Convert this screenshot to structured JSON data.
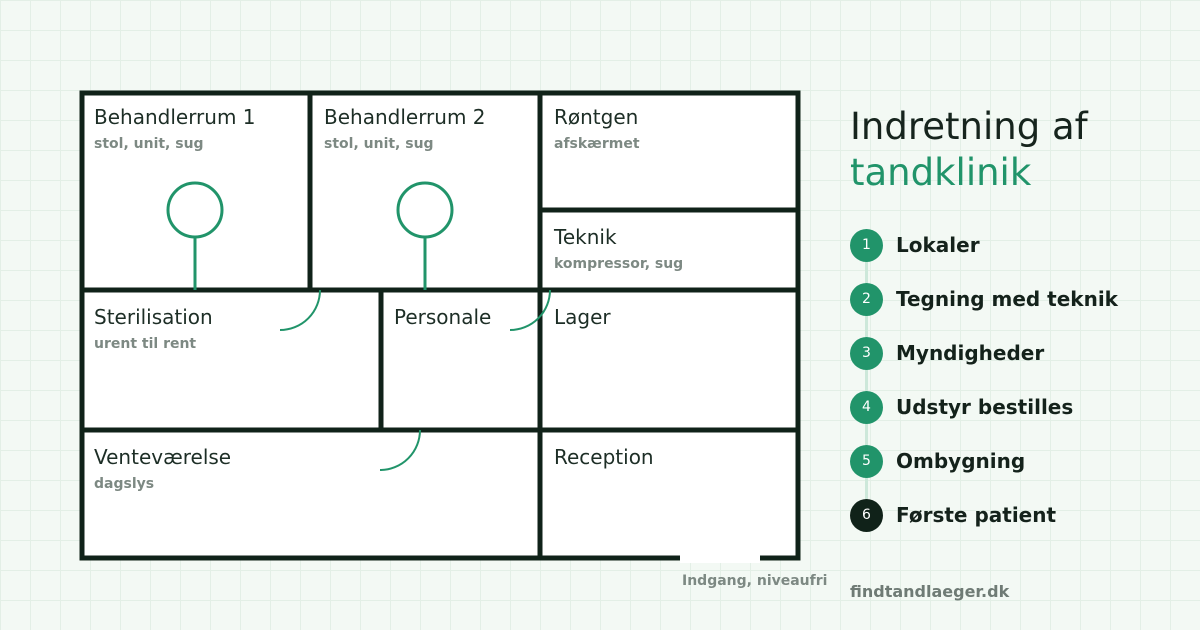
{
  "plan": {
    "rooms": {
      "behandlerrum1": {
        "name": "Behandlerrum 1",
        "sub": "stol, unit, sug"
      },
      "behandlerrum2": {
        "name": "Behandlerrum 2",
        "sub": "stol, unit, sug"
      },
      "rontgen": {
        "name": "Røntgen",
        "sub": "afskærmet"
      },
      "teknik": {
        "name": "Teknik",
        "sub": "kompressor, sug"
      },
      "sterilisation": {
        "name": "Sterilisation",
        "sub": "urent til rent"
      },
      "personale": {
        "name": "Personale"
      },
      "lager": {
        "name": "Lager"
      },
      "ventevaerelse": {
        "name": "Venteværelse",
        "sub": "dagslys"
      },
      "reception": {
        "name": "Reception"
      }
    },
    "entrance_label": "Indgang, niveaufri"
  },
  "title": {
    "line1": "Indretning af",
    "line2": "tandklinik"
  },
  "steps": [
    {
      "num": "1",
      "label": "Lokaler"
    },
    {
      "num": "2",
      "label": "Tegning med teknik"
    },
    {
      "num": "3",
      "label": "Myndigheder"
    },
    {
      "num": "4",
      "label": "Udstyr bestilles"
    },
    {
      "num": "5",
      "label": "Ombygning"
    },
    {
      "num": "6",
      "label": "Første patient"
    }
  ],
  "footer": "findtandlaeger.dk",
  "colors": {
    "accent": "#21946a",
    "ink": "#14221b",
    "muted": "#7d8983",
    "wall": "#102219",
    "background": "#f3f9f4"
  }
}
